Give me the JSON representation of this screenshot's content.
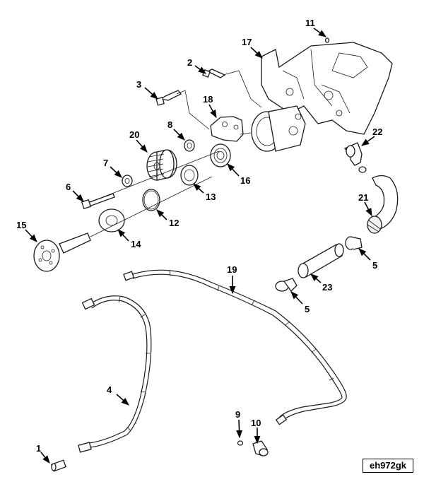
{
  "figure_id": "eh972gk",
  "callouts": {
    "c1": "1",
    "c2": "2",
    "c3": "3",
    "c4": "4",
    "c5a": "5",
    "c5b": "5",
    "c6": "6",
    "c7": "7",
    "c8": "8",
    "c9": "9",
    "c10": "10",
    "c11": "11",
    "c12": "12",
    "c13": "13",
    "c14": "14",
    "c15": "15",
    "c16": "16",
    "c17": "17",
    "c18": "18",
    "c19": "19",
    "c20": "20",
    "c21": "21",
    "c22": "22",
    "c23": "23"
  }
}
